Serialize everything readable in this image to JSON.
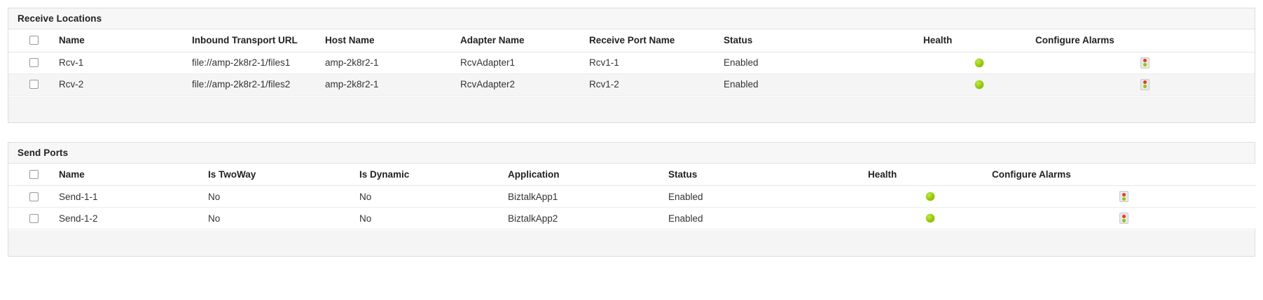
{
  "panels": [
    {
      "title": "Receive Locations",
      "select_all_checkbox": "unchecked",
      "columns": [
        {
          "key": "check",
          "label": ""
        },
        {
          "key": "name",
          "label": "Name"
        },
        {
          "key": "url",
          "label": "Inbound Transport URL"
        },
        {
          "key": "host",
          "label": "Host Name"
        },
        {
          "key": "adapter",
          "label": "Adapter Name"
        },
        {
          "key": "port",
          "label": "Receive Port Name"
        },
        {
          "key": "status",
          "label": "Status"
        },
        {
          "key": "health",
          "label": "Health"
        },
        {
          "key": "alarms",
          "label": "Configure Alarms"
        }
      ],
      "rows": [
        {
          "checkbox": "unchecked",
          "name": "Rcv-1",
          "url": "file://amp-2k8r2-1/files1",
          "host": "amp-2k8r2-1",
          "adapter": "RcvAdapter1",
          "port": "Rcv1-1",
          "status": "Enabled",
          "health": "green",
          "alarm_icon": "traffic-light-icon"
        },
        {
          "checkbox": "unchecked",
          "name": "Rcv-2",
          "url": "file://amp-2k8r2-1/files2",
          "host": "amp-2k8r2-1",
          "adapter": "RcvAdapter2",
          "port": "Rcv1-2",
          "status": "Enabled",
          "health": "green",
          "alarm_icon": "traffic-light-icon"
        }
      ]
    },
    {
      "title": "Send Ports",
      "select_all_checkbox": "unchecked",
      "columns": [
        {
          "key": "check",
          "label": ""
        },
        {
          "key": "name",
          "label": "Name"
        },
        {
          "key": "is_twoway",
          "label": "Is TwoWay"
        },
        {
          "key": "is_dynamic",
          "label": "Is Dynamic"
        },
        {
          "key": "application",
          "label": "Application"
        },
        {
          "key": "status",
          "label": "Status"
        },
        {
          "key": "health",
          "label": "Health"
        },
        {
          "key": "alarms",
          "label": "Configure Alarms"
        }
      ],
      "rows": [
        {
          "checkbox": "unchecked",
          "name": "Send-1-1",
          "is_twoway": "No",
          "is_dynamic": "No",
          "application": "BiztalkApp1",
          "status": "Enabled",
          "health": "green",
          "alarm_icon": "traffic-light-icon"
        },
        {
          "checkbox": "unchecked",
          "name": "Send-1-2",
          "is_twoway": "No",
          "is_dynamic": "No",
          "application": "BiztalkApp2",
          "status": "Enabled",
          "health": "green",
          "alarm_icon": "traffic-light-icon"
        }
      ]
    }
  ],
  "colors": {
    "health_green": "#8fc800",
    "alarm_red": "#e03b2b",
    "alarm_green": "#8fc800",
    "panel_header_bg": "#f7f7f7",
    "row_alt_bg": "#f5f5f5",
    "border": "#dddddd"
  }
}
